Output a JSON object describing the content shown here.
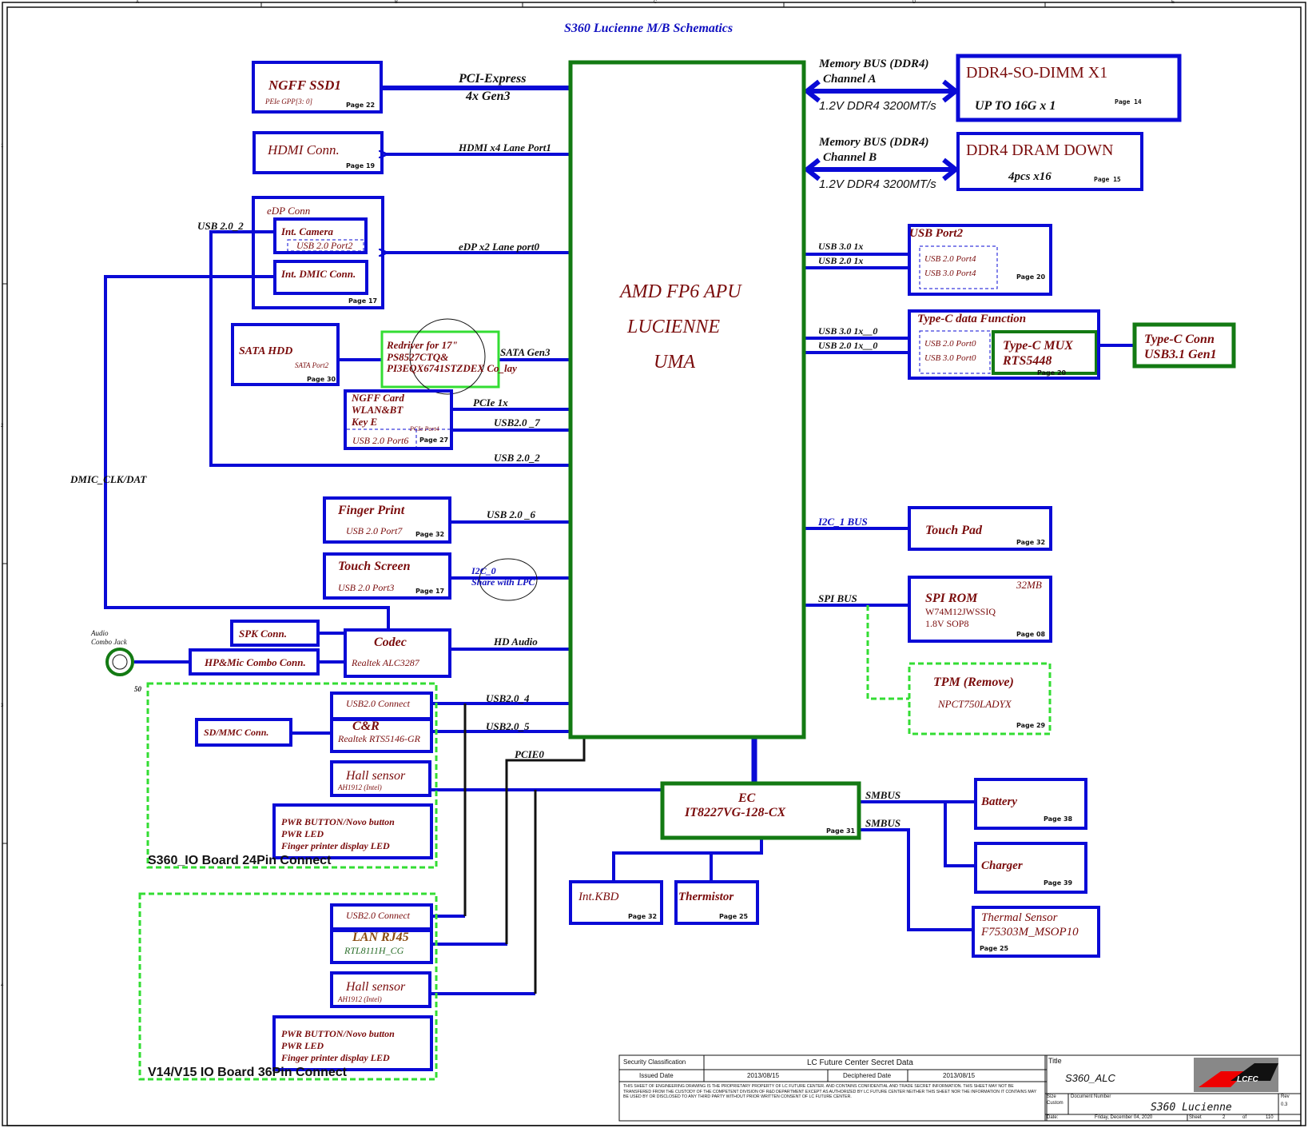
{
  "title": "S360 Lucienne M/B Schematics",
  "border": {
    "cols": [
      "A",
      "B",
      "C",
      "D",
      "E"
    ],
    "rows": [
      "1",
      "2",
      "3",
      "4"
    ]
  },
  "apu": {
    "line1": "AMD FP6 APU",
    "line2": "LUCIENNE",
    "line3": "UMA"
  },
  "blocks": {
    "ngff_ssd": {
      "title": "NGFF   SSD1",
      "sub": "PEIe  GPP[3: 0]",
      "page": "Page 22"
    },
    "hdmi": {
      "title": "HDMI Conn.",
      "page": "Page 19"
    },
    "edp": {
      "title": "eDP Conn",
      "page": "Page 17",
      "camera": "Int. Camera",
      "camera_port": "USB 2.0 Port2",
      "dmic": "Int. DMIC Conn."
    },
    "sata_hdd": {
      "title": "SATA HDD",
      "sub": "SATA Port2",
      "page": "Page 30"
    },
    "redriver": {
      "line1": "Redriver for 17\"",
      "line2": "PS8527CTQ&",
      "line3": "PI3EQX6741STZDEX Co_lay"
    },
    "ngff_card": {
      "line1": "NGFF Card",
      "line2": "WLAN&BT",
      "line3": "Key E",
      "pcie_port": "PCIe  Port4",
      "usb_port": "USB 2.0 Port6",
      "page": "Page 27"
    },
    "finger_print": {
      "title": "Finger Print",
      "sub": "USB 2.0 Port7",
      "page": "Page 32"
    },
    "touch_screen": {
      "title": "Touch Screen",
      "sub": "USB 2.0 Port3",
      "page": "Page 17"
    },
    "codec": {
      "title": "Codec",
      "sub": "Realtek ALC3287"
    },
    "spk": {
      "title": "SPK Conn."
    },
    "hp_mic": {
      "title": "HP&Mic Combo Conn."
    },
    "audio_jack": {
      "line1": "Audio",
      "line2": "Combo Jack",
      "num": "50"
    },
    "io_s360": {
      "label": "S360_IO Board  24Pin Connect",
      "usb": "USB2.0 Connect",
      "cr_title": "C&R",
      "cr_sub": "Realtek RTS5146-GR",
      "sd": "SD/MMC Conn.",
      "hall": "Hall sensor",
      "hall_sub": "AH1912 (Intel)",
      "pwr1": "PWR BUTTON/Novo button",
      "pwr2": "PWR LED",
      "pwr3": "Finger printer display LED"
    },
    "io_v14": {
      "label": "V14/V15 IO Board  36Pin Connect",
      "usb": "USB2.0 Connect",
      "lan_title": "LAN  RJ45",
      "lan_sub": "RTL8111H_CG",
      "hall": "Hall sensor",
      "hall_sub": "AH1912 (Intel)",
      "pwr1": "PWR BUTTON/Novo button",
      "pwr2": "PWR LED",
      "pwr3": "Finger printer display LED"
    },
    "ddr_a": {
      "title": "DDR4-SO-DIMM X1",
      "sub": "UP TO 16G x 1",
      "page": "Page  14"
    },
    "ddr_b": {
      "title": "DDR4 DRAM DOWN",
      "sub": "4pcs x16",
      "page": "Page  15"
    },
    "usb_port2": {
      "title": "USB Port2",
      "p1": "USB 2.0 Port4",
      "p2": "USB 3.0 Port4",
      "page": "Page 20"
    },
    "typec_func": {
      "title": "Type-C data Function",
      "p1": "USB 2.0 Port0",
      "p2": "USB 3.0 Port0",
      "page": "Page 20"
    },
    "typec_mux": {
      "line1": "Type-C MUX",
      "line2": "RTS5448"
    },
    "typec_conn": {
      "line1": "Type-C Conn",
      "line2": "USB3.1 Gen1"
    },
    "touch_pad": {
      "title": "Touch Pad",
      "page": "Page 32"
    },
    "spi_rom": {
      "title": "SPI ROM",
      "size": "32MB",
      "part": "W74M12JWSSIQ",
      "spec": "1.8V  SOP8",
      "page": "Page 08"
    },
    "tpm": {
      "title": "TPM (Remove)",
      "part": "NPCT750LADYX",
      "page": "Page 29"
    },
    "ec": {
      "line1": "EC",
      "line2": "IT8227VG-128-CX",
      "page": "Page 31"
    },
    "battery": {
      "title": "Battery",
      "page": "Page 38"
    },
    "charger": {
      "title": "Charger",
      "page": "Page 39"
    },
    "thermal": {
      "line1": "Thermal Sensor",
      "line2": "F75303M_MSOP10",
      "page": "Page 25"
    },
    "kbd": {
      "title": "Int.KBD",
      "page": "Page 32"
    },
    "thermistor": {
      "title": "Thermistor",
      "page": "Page 25"
    }
  },
  "signals": {
    "pcie1": "PCI-Express",
    "pcie2": "4x  Gen3",
    "hdmi": "HDMI x4 Lane Port1",
    "edp": "eDP x2 Lane port0",
    "usb2_2_top": "USB 2.0_2",
    "usb2_2": "USB 2.0_2",
    "sata": "SATA Gen3",
    "pcie1x": "PCIe 1x",
    "usb2_7": "USB2.0 _7",
    "dmic": "DMIC_CLK/DAT",
    "usb2_6": "USB 2.0 _6",
    "i2c0_1": "I2C_0",
    "i2c0_2": "Share with LPC",
    "hd_audio": "HD Audio",
    "usb2_4": "USB2.0_4",
    "usb2_5": "USB2.0_5",
    "pcie0": "PCIE0",
    "mem_a1": "Memory BUS (DDR4)",
    "mem_a2": "Channel A",
    "mem_a3": "1.2V DDR4 3200MT/s",
    "mem_b1": "Memory BUS (DDR4)",
    "mem_b2": "Channel B",
    "mem_b3": "1.2V DDR4 3200MT/s",
    "usb3_1x": "USB 3.0 1x",
    "usb2_1x": "USB 2.0 1x",
    "usb3_1x0": "USB 3.0 1x__0",
    "usb2_1x0": "USB 2.0 1x__0",
    "i2c1": "I2C_1 BUS",
    "spi": "SPI BUS",
    "smbus1": "SMBUS",
    "smbus2": "SMBUS"
  },
  "title_block": {
    "security_label": "Security Classification",
    "security_value": "LC Future Center Secret Data",
    "issued_label": "Issued Date",
    "issued_value": "2013/08/15",
    "deciphered_label": "Deciphered Date",
    "deciphered_value": "2013/08/15",
    "disclaimer": "THIS SHEET OF ENGINEERING DRAWING IS THE PROPRIETARY PROPERTY OF LC FUTURE CENTER. AND CONTAINS CONFIDENTIAL AND TRADE SECRET INFORMATION. THIS SHEET MAY NOT BE TRANSFERED FROM THE CUSTODY OF THE COMPETENT DIVISION OF R&D DEPARTMENT EXCEPT AS AUTHORIZED BY LC FUTURE CENTER NEITHER THIS SHEET NOR THE INFORMATION IT CONTAINS MAY BE USED BY OR DISCLOSED TO ANY THIRD PARTY WITHOUT PRIOR WRITTEN CONSENT OF  LC FUTURE CENTER.",
    "title_label": "Title",
    "title_value": "S360_ALC",
    "size_label": "Size",
    "size_value": "Custom",
    "docnum_label": "Document Number",
    "docnum_value": "S360 Lucienne",
    "rev_label": "Rev",
    "rev_value": "0.3",
    "date_label": "Date:",
    "date_value": "Friday, December 04, 2020",
    "sheet_label": "Sheet",
    "sheet_value": "2",
    "of_label": "of",
    "of_value": "110",
    "logo_text": "LCFC"
  },
  "colors": {
    "blue": "#0a0ad6",
    "green": "#137a13",
    "lime": "#33dd33",
    "darkred": "#7a0c0c"
  }
}
